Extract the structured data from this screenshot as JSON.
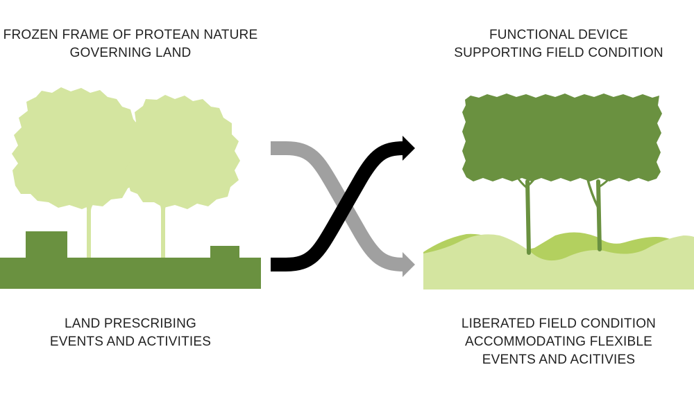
{
  "captions": {
    "top_left": [
      "FROZEN FRAME OF PROTEAN NATURE",
      "GOVERNING LAND"
    ],
    "top_right": [
      "FUNCTIONAL DEVICE",
      "SUPPORTING FIELD CONDITION"
    ],
    "bottom_left": [
      "LAND PRESCRIBING",
      "EVENTS AND ACTIVITIES"
    ],
    "bottom_right": [
      "LIBERATED FIELD CONDITION",
      "ACCOMMODATING FLEXIBLE",
      "EVENTS AND ACITIVIES"
    ]
  },
  "colors": {
    "dark_green": "#6a9140",
    "pale_green": "#d4e5a0",
    "mid_green": "#b3d05f",
    "arrow_black": "#000000",
    "arrow_gray": "#a0a0a0"
  }
}
